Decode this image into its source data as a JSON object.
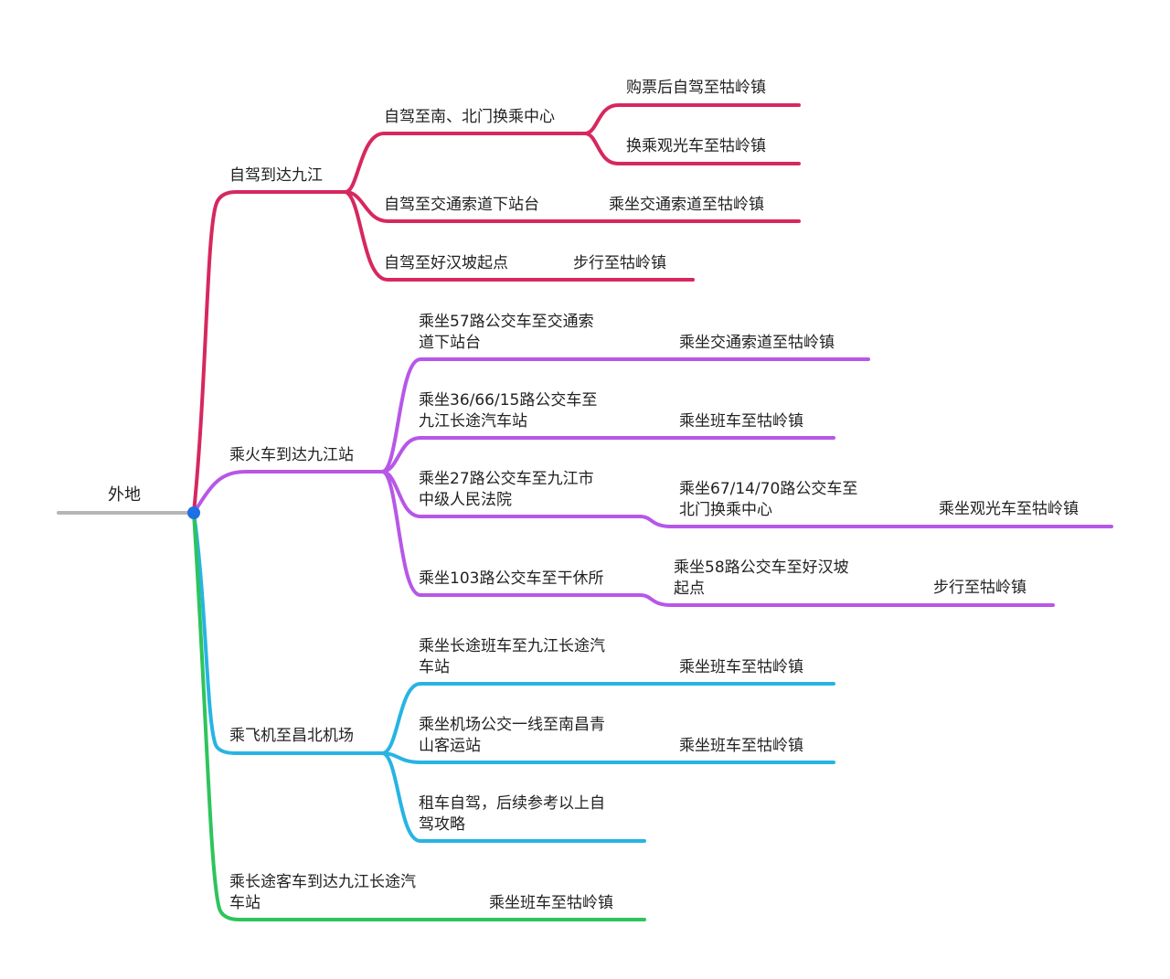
{
  "colors": {
    "root": "#b5b5b5",
    "node": "#1f6fe5",
    "branch1": "#d6285f",
    "branch2": "#b757e8",
    "branch3": "#27b4e3",
    "branch4": "#2ec45c",
    "text": "#222222"
  },
  "root": {
    "label": "外地"
  },
  "branches": [
    {
      "label": "自驾到达九江",
      "children": [
        {
          "label": "自驾至南、北门换乘中心",
          "next": [
            "购票后自驾至牯岭镇",
            "换乘观光车至牯岭镇"
          ]
        },
        {
          "label": "自驾至交通索道下站台",
          "next": [
            "乘坐交通索道至牯岭镇"
          ]
        },
        {
          "label": "自驾至好汉坡起点",
          "next": [
            "步行至牯岭镇"
          ]
        }
      ]
    },
    {
      "label": "乘火车到达九江站",
      "children": [
        {
          "label": [
            "乘坐57路公交车至交通索",
            "道下站台"
          ],
          "next": [
            "乘坐交通索道至牯岭镇"
          ]
        },
        {
          "label": [
            "乘坐36/66/15路公交车至",
            "九江长途汽车站"
          ],
          "next": [
            "乘坐班车至牯岭镇"
          ]
        },
        {
          "label": [
            "乘坐27路公交车至九江市",
            "中级人民法院"
          ],
          "next": [
            {
              "label": [
                "乘坐67/14/70路公交车至",
                "北门换乘中心"
              ],
              "next": [
                "乘坐观光车至牯岭镇"
              ]
            }
          ]
        },
        {
          "label": "乘坐103路公交车至干休所",
          "next": [
            {
              "label": [
                "乘坐58路公交车至好汉坡",
                "起点"
              ],
              "next": [
                "步行至牯岭镇"
              ]
            }
          ]
        }
      ]
    },
    {
      "label": "乘飞机至昌北机场",
      "children": [
        {
          "label": [
            "乘坐长途班车至九江长途汽",
            "车站"
          ],
          "next": [
            "乘坐班车至牯岭镇"
          ]
        },
        {
          "label": [
            "乘坐机场公交一线至南昌青",
            "山客运站"
          ],
          "next": [
            "乘坐班车至牯岭镇"
          ]
        },
        {
          "label": [
            "租车自驾，后续参考以上自",
            "驾攻略"
          ],
          "next": []
        }
      ]
    },
    {
      "label": [
        "乘长途客车到达九江长途汽",
        "车站"
      ],
      "next": [
        "乘坐班车至牯岭镇"
      ]
    }
  ]
}
